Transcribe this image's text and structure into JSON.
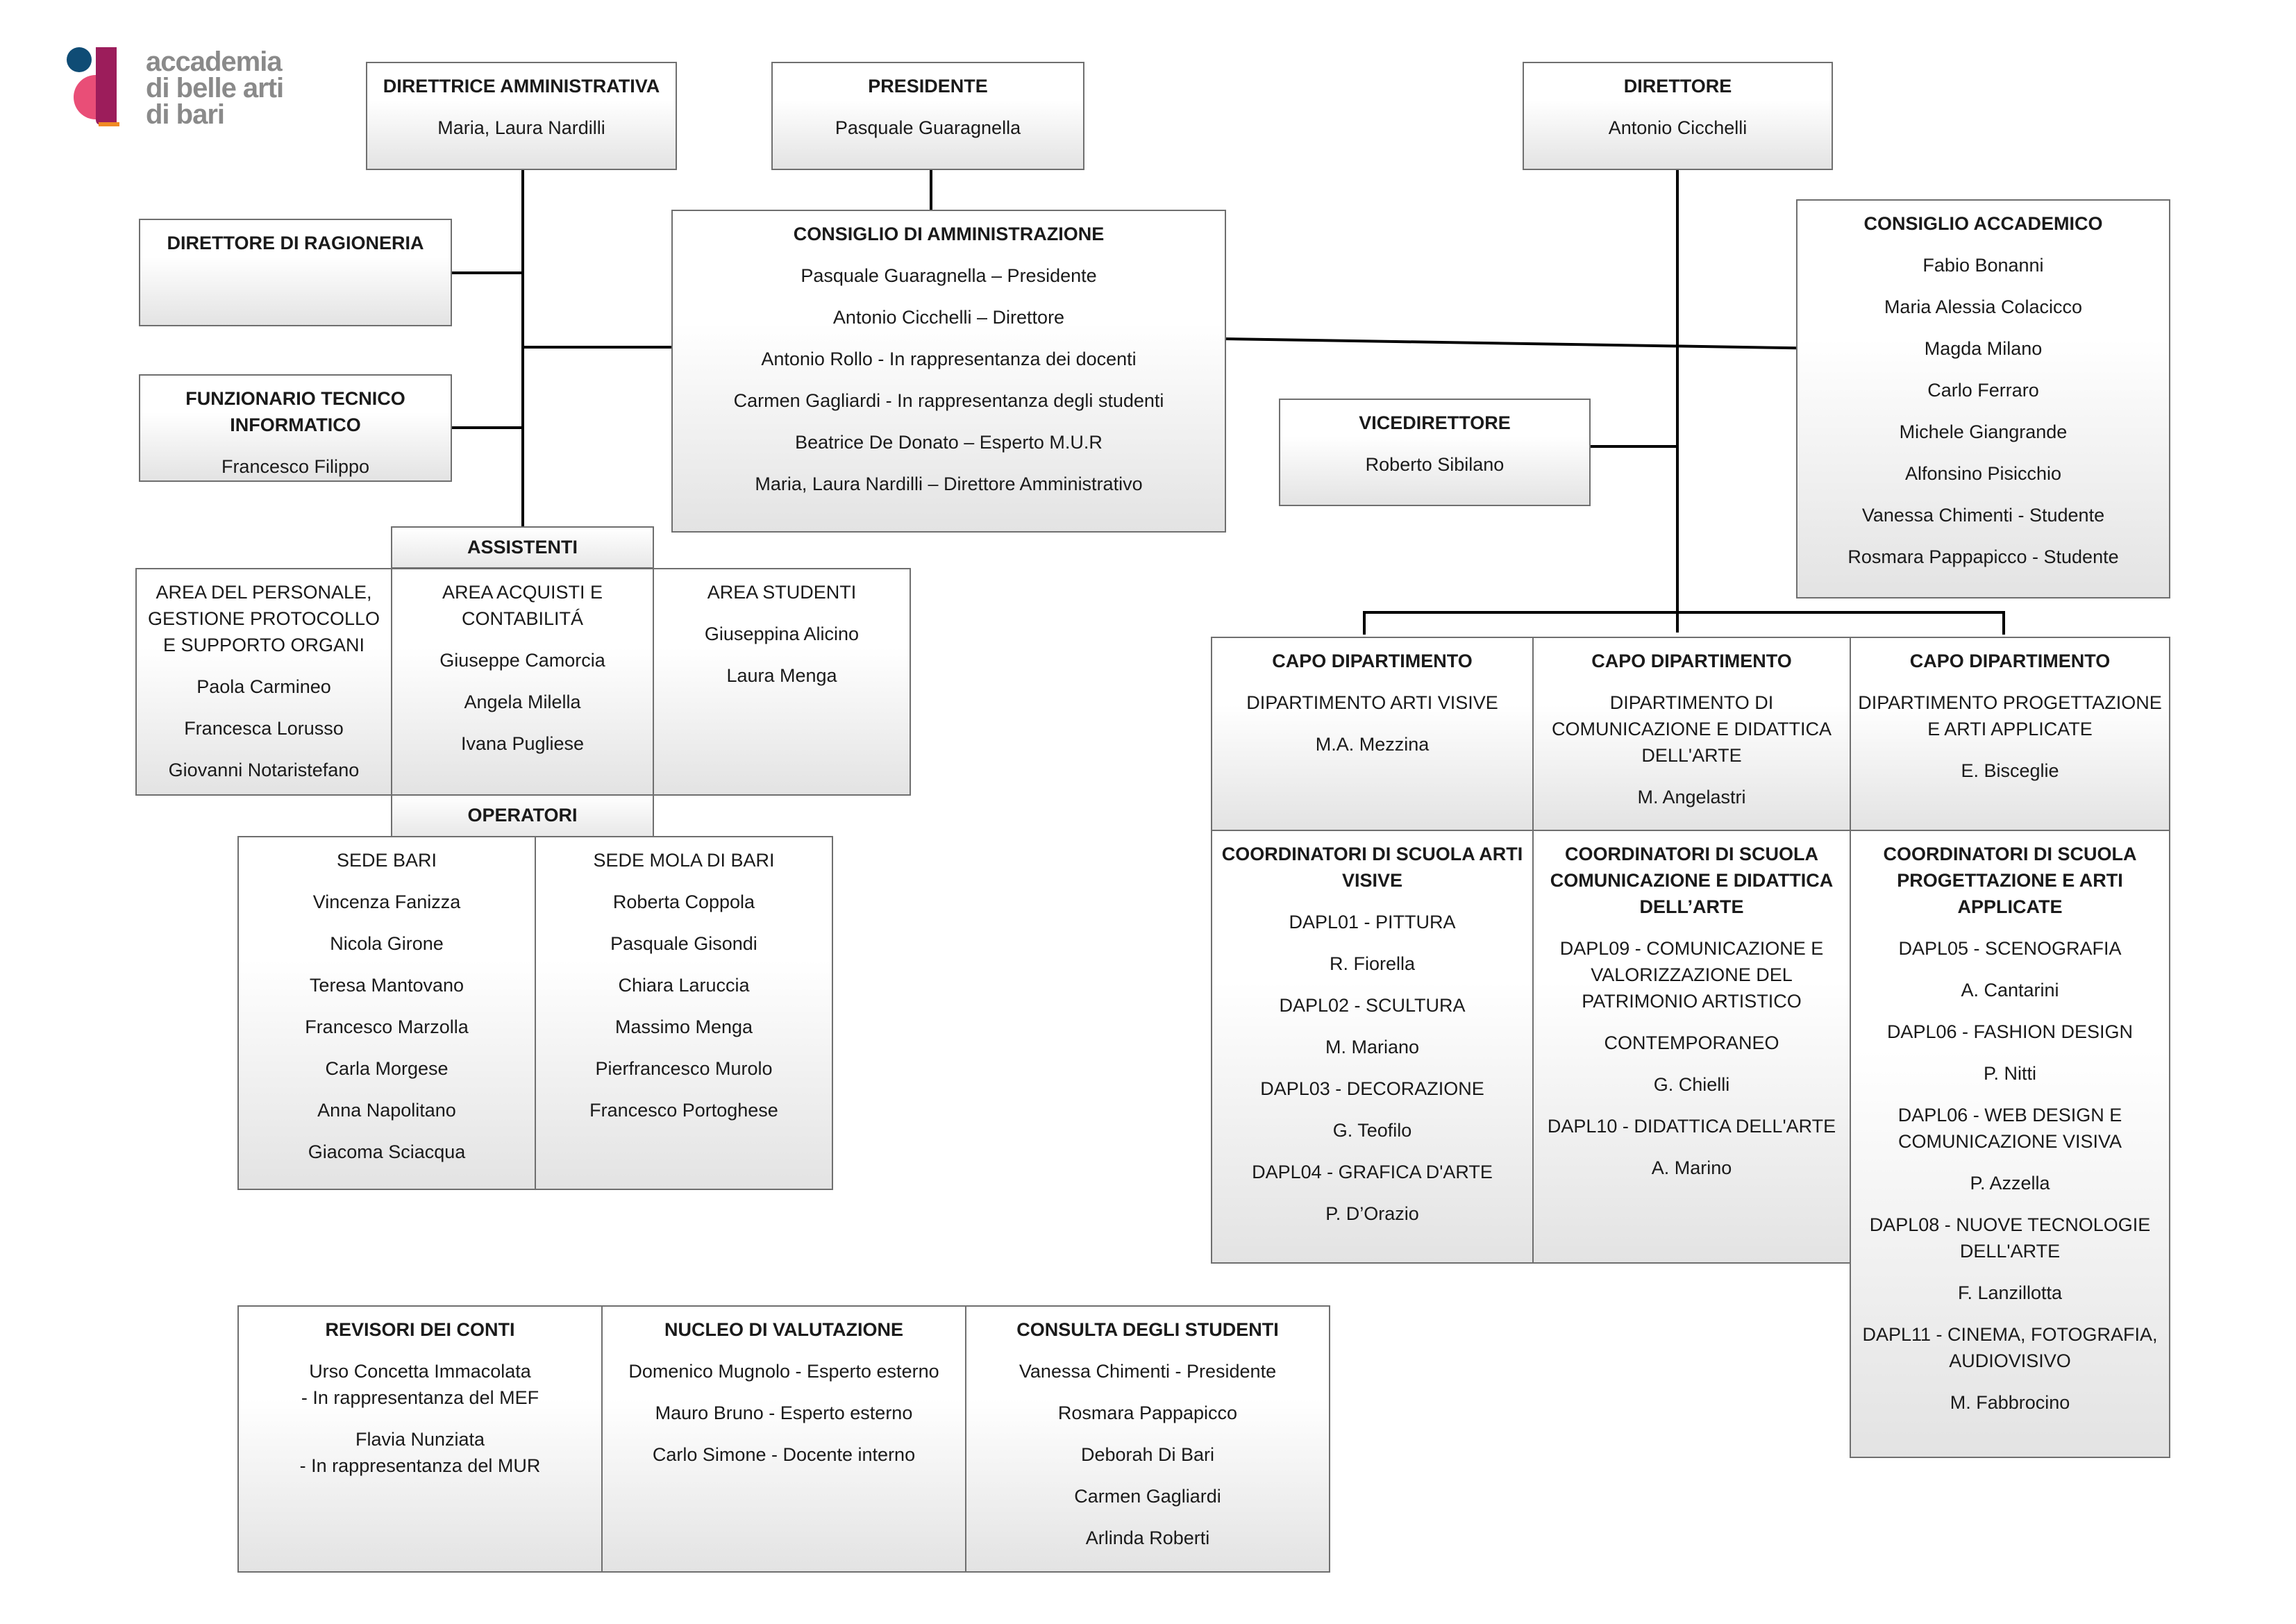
{
  "logo": {
    "lines": [
      "accademia",
      "di belle arti",
      "di bari"
    ],
    "colors": {
      "pink": "#e94e77",
      "navy": "#0f4c75",
      "magenta": "#9c1d5b"
    }
  },
  "direttrice": {
    "title": "DIRETTRICE AMMINISTRATIVA",
    "name": "Maria, Laura Nardilli"
  },
  "presidente": {
    "title": "PRESIDENTE",
    "name": "Pasquale Guaragnella"
  },
  "direttore": {
    "title": "DIRETTORE",
    "name": "Antonio Cicchelli"
  },
  "ragioneria": {
    "title": "DIRETTORE DI RAGIONERIA"
  },
  "funzionario": {
    "title_1": "FUNZIONARIO TECNICO",
    "title_2": "INFORMATICO",
    "name": "Francesco Filippo"
  },
  "cda": {
    "title": "CONSIGLIO DI AMMINISTRAZIONE",
    "members": [
      "Pasquale Guaragnella – Presidente",
      "Antonio Cicchelli – Direttore",
      "Antonio Rollo  - In rappresentanza dei docenti",
      "Carmen Gagliardi  - In rappresentanza degli studenti",
      "Beatrice De Donato – Esperto M.U.R",
      "Maria, Laura Nardilli – Direttore Amministrativo"
    ]
  },
  "vicedirettore": {
    "title": "VICEDIRETTORE",
    "name": "Roberto Sibilano"
  },
  "consiglio_accademico": {
    "title": "CONSIGLIO ACCADEMICO",
    "members": [
      "Fabio Bonanni",
      "Maria Alessia Colacicco",
      "Magda Milano",
      "Carlo Ferraro",
      "Michele Giangrande",
      "Alfonsino Pisicchio",
      "Vanessa Chimenti - Studente",
      "Rosmara Pappapicco - Studente"
    ]
  },
  "assistenti": {
    "header": "ASSISTENTI",
    "personale": {
      "title_lines": [
        "AREA DEL PERSONALE,",
        "GESTIONE PROTOCOLLO",
        "E SUPPORTO ORGANI"
      ],
      "members": [
        "Paola Carmineo",
        "Francesca Lorusso",
        "Giovanni Notaristefano"
      ]
    },
    "acquisti": {
      "title_lines": [
        "AREA ACQUISTI E",
        "CONTABILITÁ"
      ],
      "members": [
        "Giuseppe Camorcia",
        "Angela Milella",
        "Ivana Pugliese"
      ]
    },
    "studenti": {
      "title_lines": [
        "AREA STUDENTI"
      ],
      "members": [
        "Giuseppina Alicino",
        "Laura Menga"
      ]
    }
  },
  "operatori": {
    "header": "OPERATORI",
    "bari": {
      "title": "SEDE BARI",
      "members": [
        "Vincenza Fanizza",
        "Nicola Girone",
        "Teresa Mantovano",
        "Francesco Marzolla",
        "Carla Morgese",
        "Anna Napolitano",
        "Giacoma Sciacqua"
      ]
    },
    "mola": {
      "title": "SEDE MOLA DI BARI",
      "members": [
        "Roberta Coppola",
        "Pasquale Gisondi",
        "Chiara Laruccia",
        "Massimo Menga",
        "Pierfrancesco Murolo",
        "Francesco Portoghese"
      ]
    }
  },
  "capi": [
    {
      "title": "CAPO DIPARTIMENTO",
      "dept_lines": [
        "DIPARTIMENTO ARTI VISIVE"
      ],
      "name": "M.A. Mezzina"
    },
    {
      "title": "CAPO DIPARTIMENTO",
      "dept_lines": [
        "DIPARTIMENTO DI",
        "COMUNICAZIONE E DIDATTICA",
        "DELL'ARTE"
      ],
      "name": "M. Angelastri"
    },
    {
      "title": "CAPO DIPARTIMENTO",
      "dept_lines": [
        "DIPARTIMENTO PROGETTAZIONE",
        "E ARTI APPLICATE"
      ],
      "name": "E. Bisceglie"
    }
  ],
  "coordinatori": [
    {
      "title_lines": [
        "COORDINATORI DI SCUOLA ARTI",
        "VISIVE"
      ],
      "items": [
        [
          "DAPL01 - PITTURA"
        ],
        [
          "R. Fiorella"
        ],
        [
          "DAPL02 - SCULTURA"
        ],
        [
          "M. Mariano"
        ],
        [
          "DAPL03 - DECORAZIONE"
        ],
        [
          "G. Teofilo"
        ],
        [
          "DAPL04 - GRAFICA D'ARTE"
        ],
        [
          "P. D’Orazio"
        ]
      ]
    },
    {
      "title_lines": [
        "COORDINATORI DI SCUOLA",
        "COMUNICAZIONE E DIDATTICA",
        "DELL’ARTE"
      ],
      "items": [
        [
          "DAPL09 - COMUNICAZIONE E",
          "VALORIZZAZIONE DEL",
          "PATRIMONIO ARTISTICO"
        ],
        [
          "CONTEMPORANEO"
        ],
        [
          "G. Chielli"
        ],
        [
          "DAPL10 - DIDATTICA DELL'ARTE"
        ],
        [
          "A.  Marino"
        ]
      ]
    },
    {
      "title_lines": [
        "COORDINATORI DI SCUOLA",
        "PROGETTAZIONE E ARTI",
        "APPLICATE"
      ],
      "items": [
        [
          "DAPL05 - SCENOGRAFIA"
        ],
        [
          "A.  Cantarini"
        ],
        [
          "DAPL06 - FASHION DESIGN"
        ],
        [
          "P. Nitti"
        ],
        [
          "DAPL06 - WEB DESIGN E",
          "COMUNICAZIONE VISIVA"
        ],
        [
          "P. Azzella"
        ],
        [
          "DAPL08 - NUOVE TECNOLOGIE",
          "DELL'ARTE"
        ],
        [
          "F. Lanzillotta"
        ],
        [
          "DAPL11 - CINEMA, FOTOGRAFIA,",
          "AUDIOVISIVO"
        ],
        [
          "M. Fabbrocino"
        ]
      ]
    }
  ],
  "revisori": {
    "title": "REVISORI DEI CONTI",
    "entries": [
      [
        "Urso Concetta Immacolata",
        "- In rappresentanza del MEF"
      ],
      [
        "Flavia Nunziata",
        "- In rappresentanza del MUR"
      ]
    ]
  },
  "nucleo": {
    "title": "NUCLEO DI VALUTAZIONE",
    "members": [
      "Domenico Mugnolo - Esperto esterno",
      "Mauro Bruno - Esperto esterno",
      "Carlo Simone - Docente interno"
    ]
  },
  "consulta": {
    "title": "CONSULTA DEGLI STUDENTI",
    "members": [
      "Vanessa Chimenti - Presidente",
      "Rosmara Pappapicco",
      "Deborah Di Bari",
      "Carmen Gagliardi",
      "Arlinda Roberti"
    ]
  }
}
